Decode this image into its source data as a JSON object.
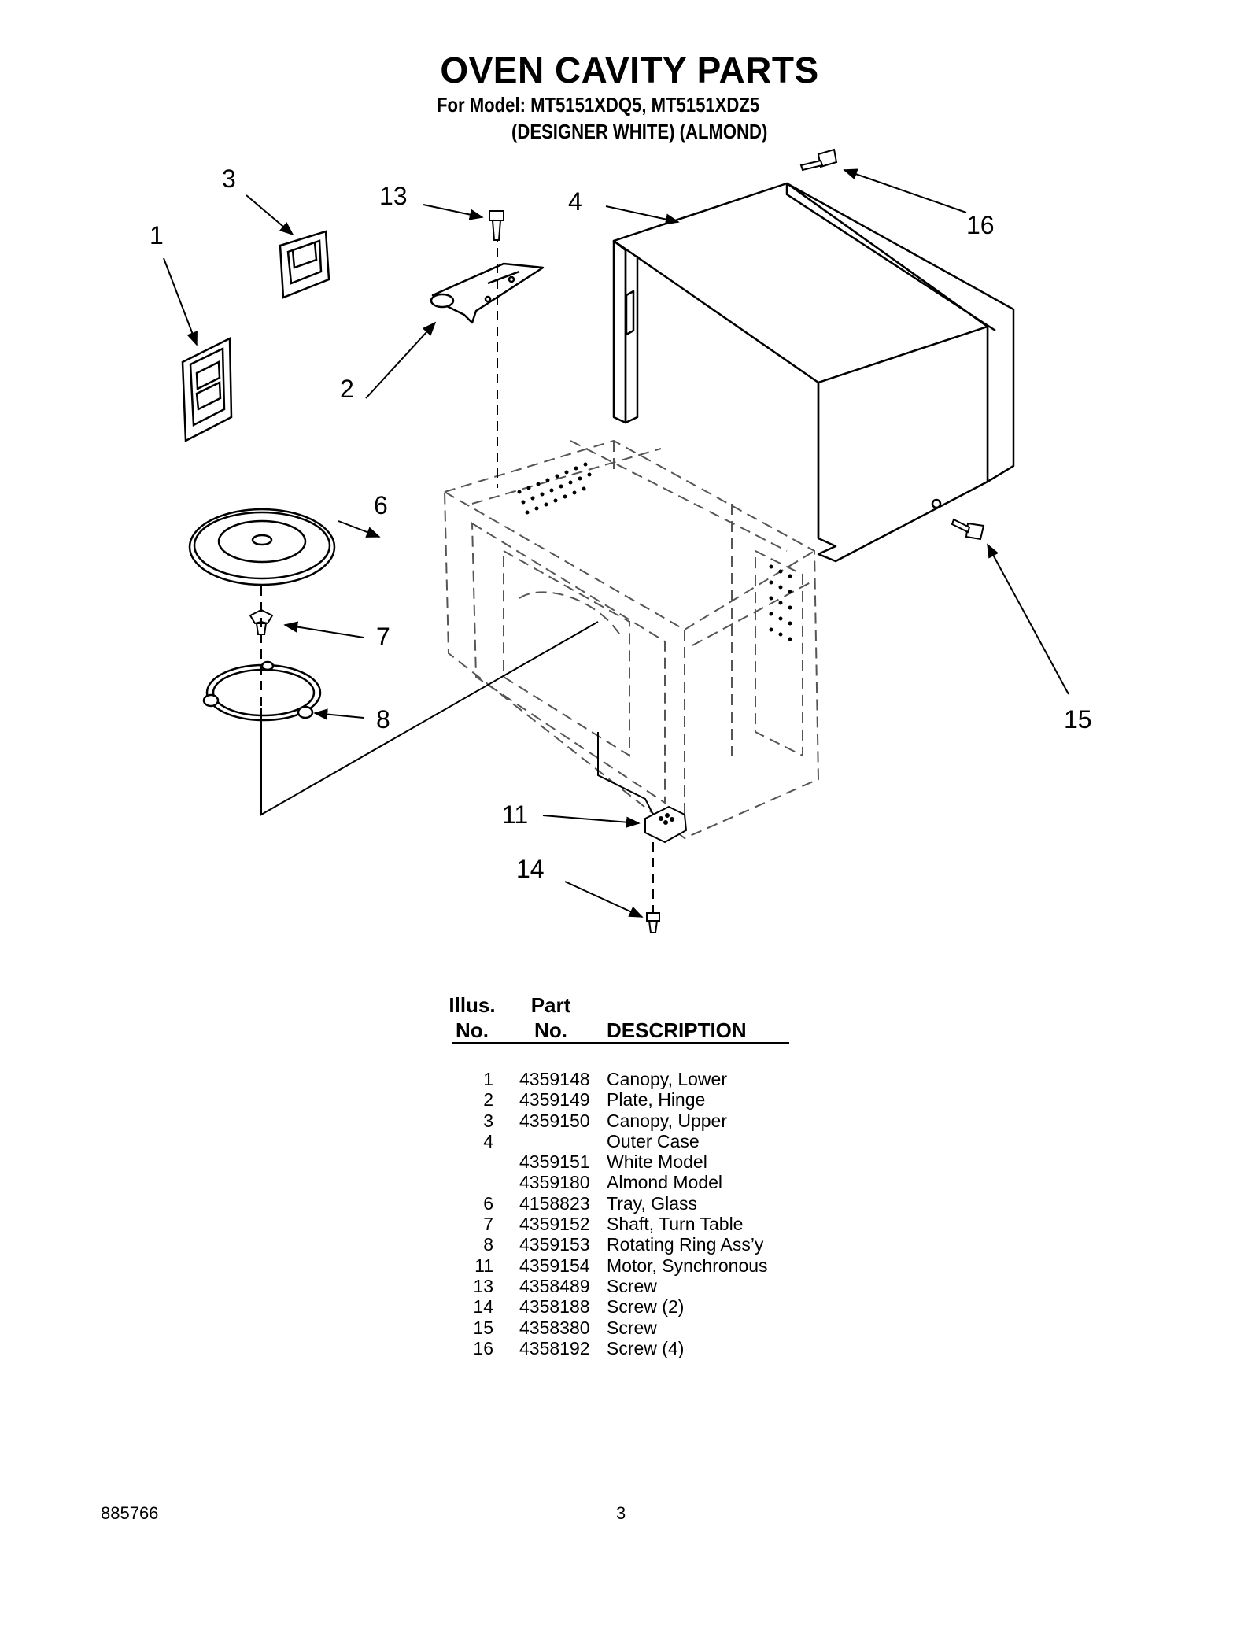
{
  "page": {
    "title": "OVEN CAVITY PARTS",
    "model_line1": "For Model: MT5151XDQ5, MT5151XDZ5",
    "model_line2": "(DESIGNER WHITE) (ALMOND)",
    "doc_number": "885766",
    "page_number": "3"
  },
  "callouts": {
    "c1": "1",
    "c2": "2",
    "c3": "3",
    "c4": "4",
    "c6": "6",
    "c7": "7",
    "c8": "8",
    "c11": "11",
    "c13": "13",
    "c14": "14",
    "c15": "15",
    "c16": "16"
  },
  "parts_table": {
    "headers": {
      "illus_line1": "Illus.",
      "illus_line2": "No.",
      "part_line1": "Part",
      "part_line2": "No.",
      "description": "DESCRIPTION"
    },
    "rows": [
      {
        "illus": "1",
        "part": "4359148",
        "desc": "Canopy, Lower"
      },
      {
        "illus": "2",
        "part": "4359149",
        "desc": "Plate, Hinge"
      },
      {
        "illus": "3",
        "part": "4359150",
        "desc": "Canopy, Upper"
      },
      {
        "illus": "4",
        "part": "",
        "desc": "Outer Case"
      },
      {
        "illus": "",
        "part": "4359151",
        "desc": "White Model"
      },
      {
        "illus": "",
        "part": "4359180",
        "desc": "Almond Model"
      },
      {
        "illus": "6",
        "part": "4158823",
        "desc": "Tray, Glass"
      },
      {
        "illus": "7",
        "part": "4359152",
        "desc": "Shaft, Turn Table"
      },
      {
        "illus": "8",
        "part": "4359153",
        "desc": "Rotating Ring Ass’y"
      },
      {
        "illus": "11",
        "part": "4359154",
        "desc": "Motor, Synchronous"
      },
      {
        "illus": "13",
        "part": "4358489",
        "desc": "Screw"
      },
      {
        "illus": "14",
        "part": "4358188",
        "desc": "Screw (2)"
      },
      {
        "illus": "15",
        "part": "4358380",
        "desc": "Screw"
      },
      {
        "illus": "16",
        "part": "4358192",
        "desc": "Screw (4)"
      }
    ]
  }
}
